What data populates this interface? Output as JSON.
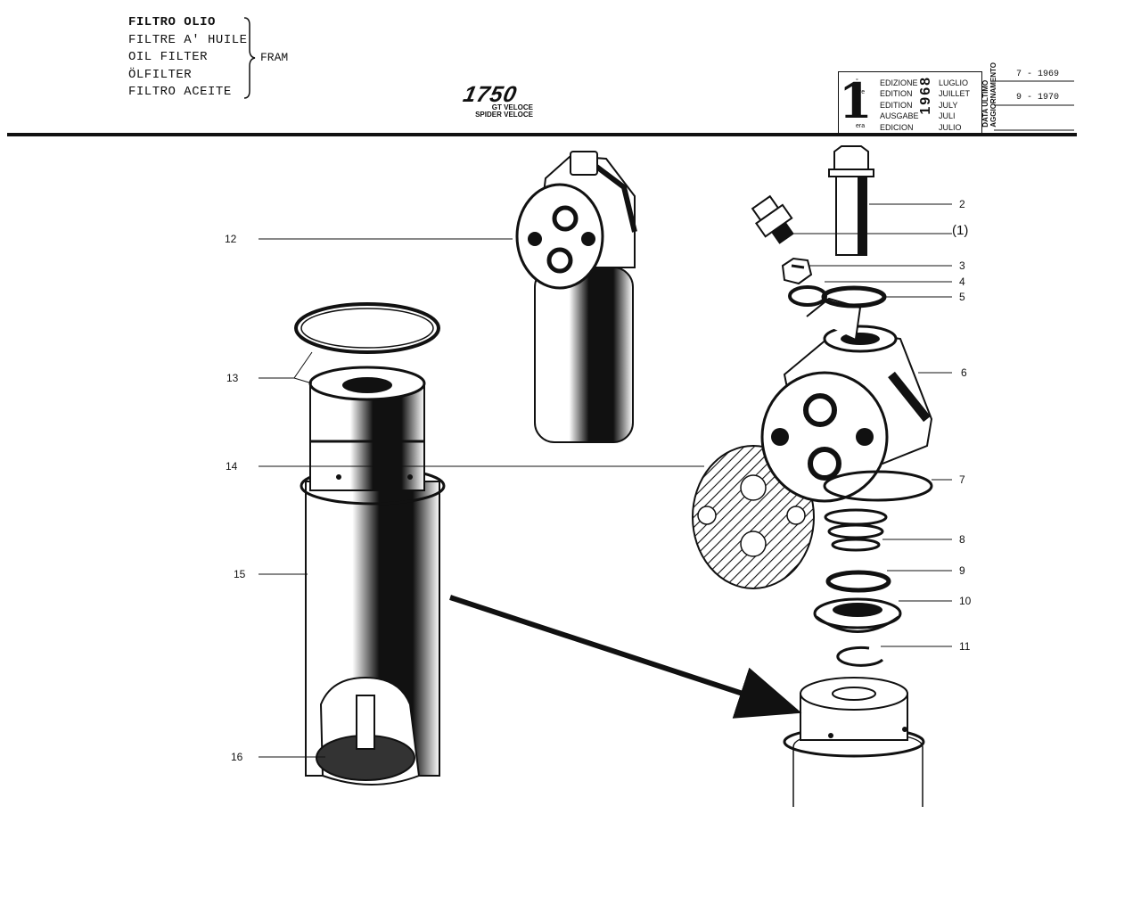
{
  "header": {
    "part_names": [
      "FILTRO OLIO",
      "FILTRE A' HUILE",
      "OIL FILTER",
      "ÖLFILTER",
      "FILTRO ACEITE"
    ],
    "supplier": "FRAM",
    "model": "1750",
    "variants": [
      "GT VELOCE",
      "SPIDER VELOCE"
    ]
  },
  "edition_box": {
    "number": "1",
    "suffixes": [
      "°",
      "ere",
      "st",
      ".",
      "era"
    ],
    "labels": [
      "EDIZIONE",
      "EDITION",
      "EDITION",
      "AUSGABE",
      "EDICION"
    ],
    "months": [
      "LUGLIO",
      "JUILLET",
      "JULY",
      "JULI",
      "JULIO"
    ],
    "year": "1968"
  },
  "last_update": {
    "label_line1": "DATA ULTIMO",
    "label_line2": "AGGIORNAMENTO",
    "dates": [
      "7 - 1969",
      "9 - 1970",
      ""
    ]
  },
  "callouts": {
    "c2": "2",
    "c1": "(1)",
    "c3": "3",
    "c4": "4",
    "c5": "5",
    "c6": "6",
    "c7": "7",
    "c8": "8",
    "c9": "9",
    "c10": "10",
    "c11": "11",
    "c12": "12",
    "c13": "13",
    "c14": "14",
    "c15": "15",
    "c16": "16"
  }
}
